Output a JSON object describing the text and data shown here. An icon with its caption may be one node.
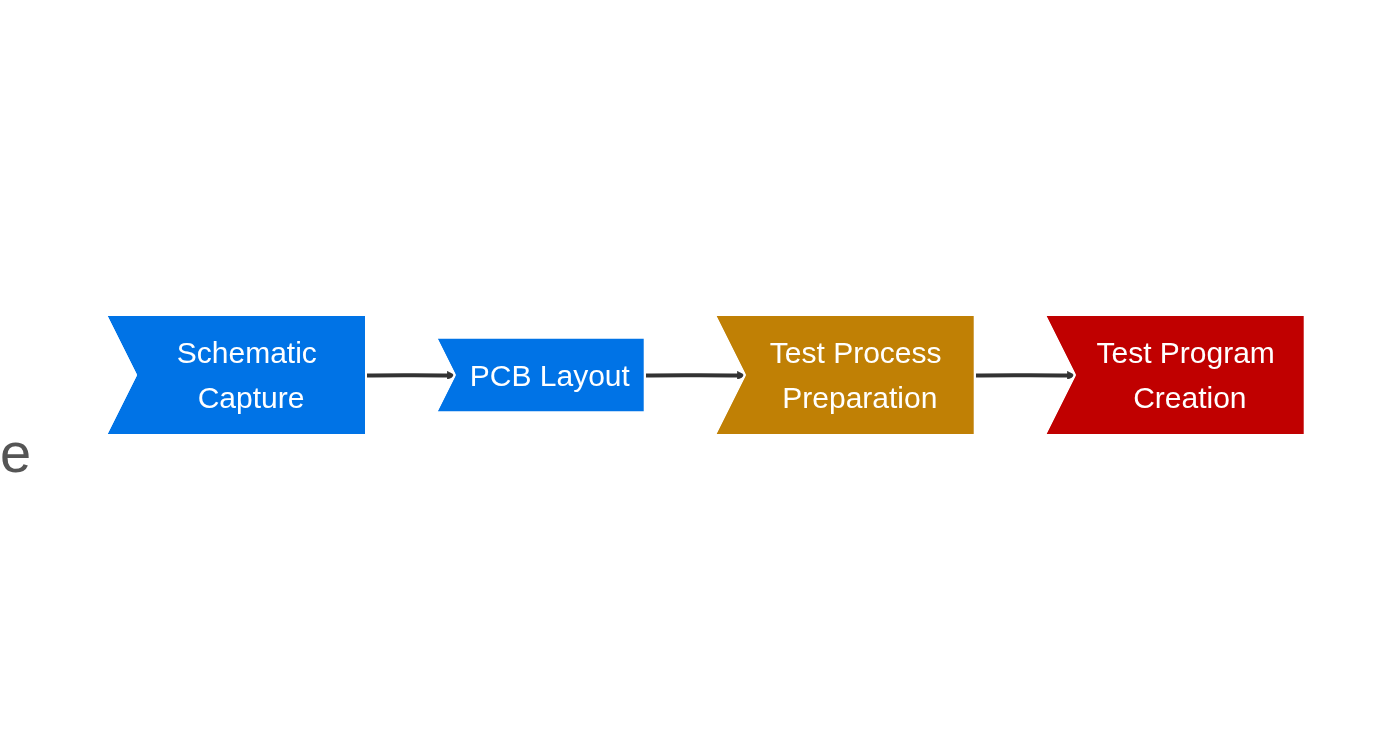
{
  "diagram": {
    "nodes": [
      {
        "text": [
          "Schematic Capture"
        ]
      },
      {
        "text": [
          "PCB Layout"
        ]
      },
      {
        "text": [
          "Test Process Preparation"
        ]
      },
      {
        "text": [
          "Test Program Creation"
        ]
      }
    ],
    "edges": [
      {
        "from": 0,
        "to": 1,
        "arrow": "to"
      },
      {
        "from": 1,
        "to": 2,
        "arrow": "to"
      },
      {
        "from": 2,
        "to": 3,
        "arrow": "to"
      }
    ],
    "labels": [
      "e"
    ]
  }
}
